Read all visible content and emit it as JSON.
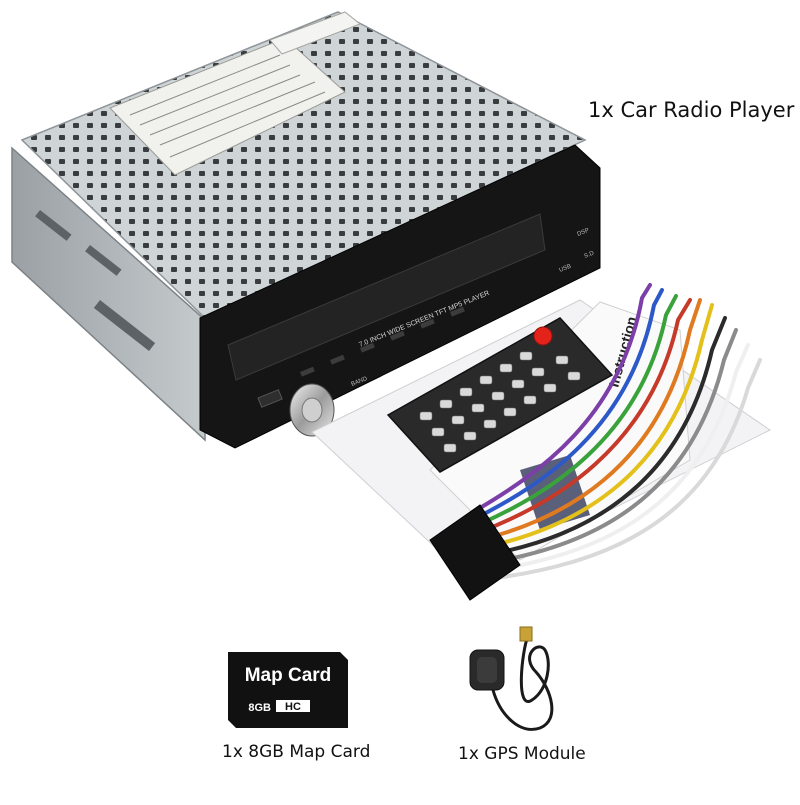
{
  "captions": {
    "radio_player": "1x Car Radio Player",
    "map_card": "1x 8GB Map Card",
    "gps_module": "1x GPS Module"
  },
  "front_panel": {
    "screen_text": "7.0 INCH WIDE SCREEN TFT  MP5 PLAYER",
    "band_label": "BAND",
    "usb_label": "USB",
    "sd_label": "S.D",
    "dsp_label": "DSP"
  },
  "manual": {
    "cover_text": "Instruction"
  },
  "sd_card": {
    "title": "Map Card",
    "capacity": "8GB",
    "type": "HC"
  },
  "colors": {
    "chassis": "#c9ced1",
    "front_panel": "#1b1b1b",
    "remote_body": "#2a2a2a",
    "remote_red_button": "#e3231a",
    "card": "#111111"
  }
}
